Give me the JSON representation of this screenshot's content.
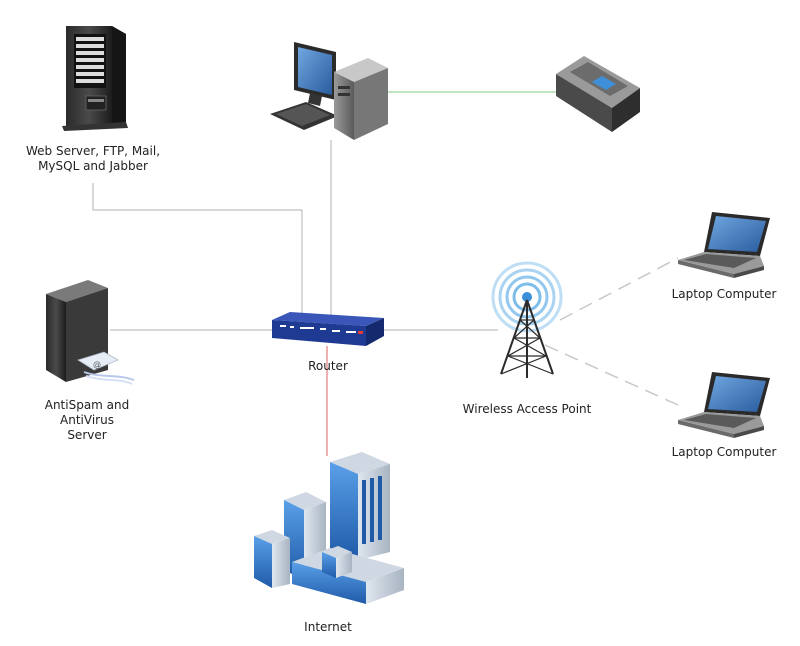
{
  "colors": {
    "link_gray": "#b3b3b3",
    "link_green": "#7fcc7f",
    "link_red": "#e06060",
    "wifi_dashed": "#c8c8c8",
    "router_blue": "#1f3a93",
    "building_blue": "#3c7fd0",
    "wifi_rings": "#6fb6e8"
  },
  "nodes": {
    "web_server": {
      "line1": "Web Server, FTP, Mail,",
      "line2": "MySQL and Jabber",
      "icon": "server-tower-icon"
    },
    "workstation": {
      "icon": "desktop-computer-icon"
    },
    "printer": {
      "icon": "printer-icon"
    },
    "antispam_server": {
      "line1": "AntiSpam and",
      "line2": "AntiVirus",
      "line3": "Server",
      "icon": "mail-server-icon"
    },
    "router": {
      "label": "Router",
      "icon": "router-icon"
    },
    "wireless_ap": {
      "label": "Wireless Access Point",
      "icon": "wireless-tower-icon"
    },
    "laptop_top": {
      "label": "Laptop Computer",
      "icon": "laptop-icon"
    },
    "laptop_bottom": {
      "label": "Laptop Computer",
      "icon": "laptop-icon"
    },
    "internet": {
      "label": "Internet",
      "icon": "city-buildings-icon"
    }
  }
}
